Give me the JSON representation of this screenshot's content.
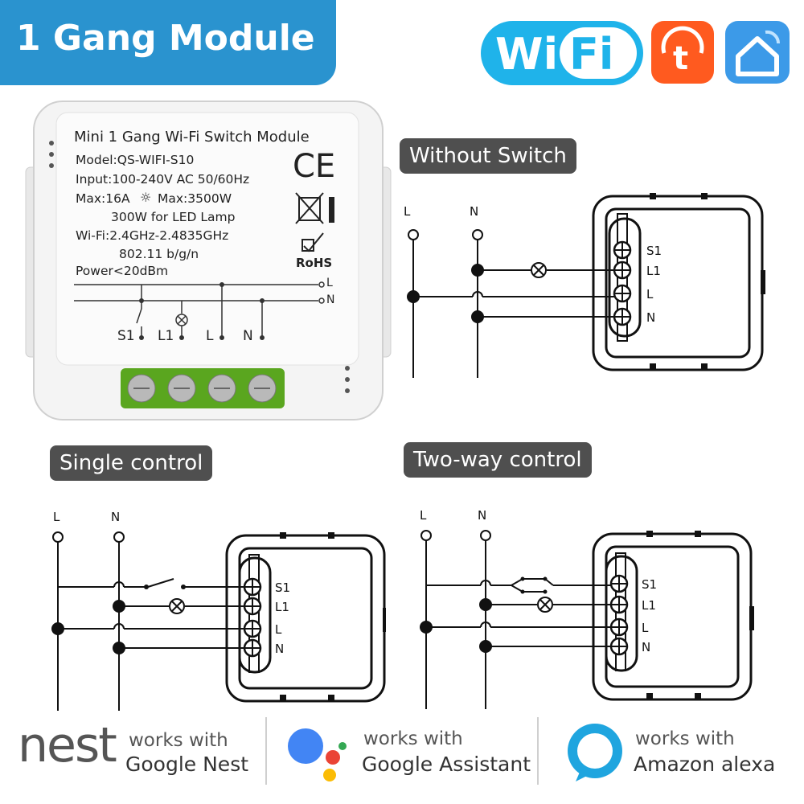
{
  "title": "1 Gang Module",
  "badges": {
    "wifi_left": "Wi",
    "wifi_right": "Fi",
    "tuya_letter": "t"
  },
  "module_label": {
    "heading": "Mini 1 Gang Wi-Fi Switch Module",
    "model": "Model:QS-WIFI-S10",
    "input": "Input:100-240V AC  50/60Hz",
    "max_a": "Max:16A",
    "max_w": "Max:3500W",
    "led": "300W for LED Lamp",
    "wifi": "Wi-Fi:2.4GHz-2.4835GHz",
    "wifi_std": "802.11 b/g/n",
    "power": "Power<20dBm",
    "ce": "CE",
    "rohs": "RoHS",
    "line_l": "L",
    "line_n": "N",
    "terminals": [
      "S1",
      "L1",
      "L",
      "N"
    ]
  },
  "diagrams": {
    "without_switch": {
      "title": "Without Switch",
      "feed_l": "L",
      "feed_n": "N"
    },
    "single_control": {
      "title": "Single control",
      "feed_l": "L",
      "feed_n": "N"
    },
    "two_way_control": {
      "title": "Two-way control",
      "feed_l": "L",
      "feed_n": "N"
    },
    "terminal_labels": [
      "S1",
      "L1",
      "L",
      "N"
    ]
  },
  "footer": [
    {
      "logo_text": "nest",
      "line1": "works with",
      "line2": "Google Nest"
    },
    {
      "line1": "works with",
      "line2": "Google Assistant"
    },
    {
      "line1": "works with",
      "line2": "Amazon alexa"
    }
  ],
  "colors": {
    "banner_blue": "#2a93cf",
    "wifi_blue": "#1fb3ea",
    "tuya_orange": "#ff5a1f",
    "home_blue": "#3c9ae8",
    "terminal_green": "#5aa61f",
    "pill_gray": "#4f4f4f"
  }
}
